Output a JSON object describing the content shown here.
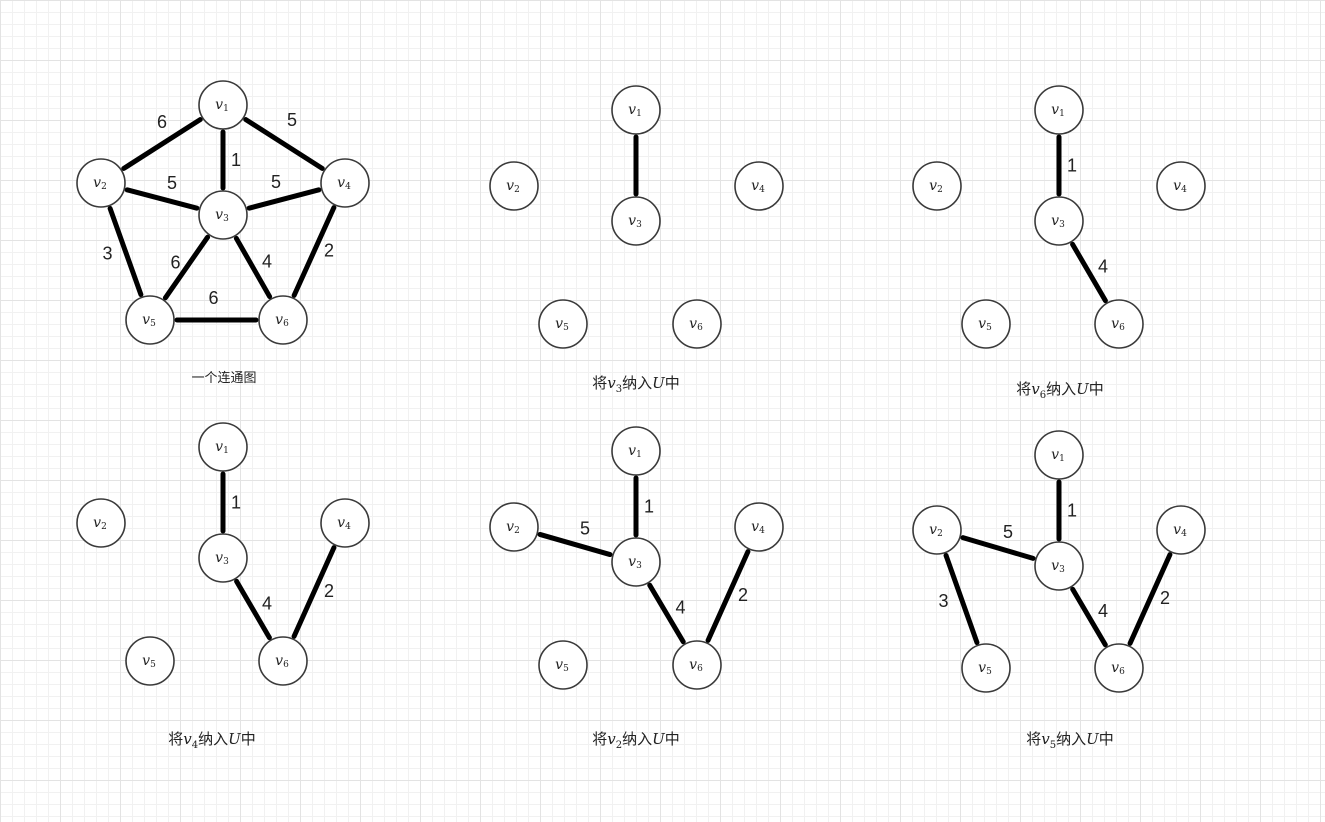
{
  "node_labels": {
    "v1": [
      "v",
      "1"
    ],
    "v2": [
      "v",
      "2"
    ],
    "v3": [
      "v",
      "3"
    ],
    "v4": [
      "v",
      "4"
    ],
    "v5": [
      "v",
      "5"
    ],
    "v6": [
      "v",
      "6"
    ]
  },
  "colors": {
    "edge": "#000000",
    "node_stroke": "#3a3a3a",
    "node_fill": "#ffffff",
    "text": "#222222"
  },
  "panels": [
    {
      "caption": {
        "type": "plain",
        "text": "一个连通图"
      },
      "edges": [
        {
          "from": "v1",
          "to": "v2",
          "weight": "6"
        },
        {
          "from": "v1",
          "to": "v3",
          "weight": "1"
        },
        {
          "from": "v1",
          "to": "v4",
          "weight": "5"
        },
        {
          "from": "v2",
          "to": "v3",
          "weight": "5"
        },
        {
          "from": "v3",
          "to": "v4",
          "weight": "5"
        },
        {
          "from": "v2",
          "to": "v5",
          "weight": "3"
        },
        {
          "from": "v3",
          "to": "v5",
          "weight": "6"
        },
        {
          "from": "v3",
          "to": "v6",
          "weight": "4"
        },
        {
          "from": "v4",
          "to": "v6",
          "weight": "2"
        },
        {
          "from": "v5",
          "to": "v6",
          "weight": "6"
        }
      ]
    },
    {
      "caption": {
        "type": "step",
        "prefix": "将",
        "var": "v",
        "sub": "3",
        "mid": "纳入",
        "set": "U",
        "suffix": "中"
      },
      "edges": [
        {
          "from": "v1",
          "to": "v3",
          "weight": ""
        }
      ]
    },
    {
      "caption": {
        "type": "step",
        "prefix": "将",
        "var": "v",
        "sub": "6",
        "mid": "纳入",
        "set": "U",
        "suffix": "中"
      },
      "edges": [
        {
          "from": "v1",
          "to": "v3",
          "weight": "1"
        },
        {
          "from": "v3",
          "to": "v6",
          "weight": "4"
        }
      ]
    },
    {
      "caption": {
        "type": "step",
        "prefix": "将",
        "var": "v",
        "sub": "4",
        "mid": "纳入",
        "set": "U",
        "suffix": "中"
      },
      "edges": [
        {
          "from": "v1",
          "to": "v3",
          "weight": "1"
        },
        {
          "from": "v3",
          "to": "v6",
          "weight": "4"
        },
        {
          "from": "v4",
          "to": "v6",
          "weight": "2"
        }
      ]
    },
    {
      "caption": {
        "type": "step",
        "prefix": "将",
        "var": "v",
        "sub": "2",
        "mid": "纳入",
        "set": "U",
        "suffix": "中"
      },
      "edges": [
        {
          "from": "v1",
          "to": "v3",
          "weight": "1"
        },
        {
          "from": "v2",
          "to": "v3",
          "weight": "5"
        },
        {
          "from": "v3",
          "to": "v6",
          "weight": "4"
        },
        {
          "from": "v4",
          "to": "v6",
          "weight": "2"
        }
      ]
    },
    {
      "caption": {
        "type": "step",
        "prefix": "将",
        "var": "v",
        "sub": "5",
        "mid": "纳入",
        "set": "U",
        "suffix": "中"
      },
      "edges": [
        {
          "from": "v1",
          "to": "v3",
          "weight": "1"
        },
        {
          "from": "v2",
          "to": "v3",
          "weight": "5"
        },
        {
          "from": "v2",
          "to": "v5",
          "weight": "3"
        },
        {
          "from": "v3",
          "to": "v6",
          "weight": "4"
        },
        {
          "from": "v4",
          "to": "v6",
          "weight": "2"
        }
      ]
    }
  ]
}
